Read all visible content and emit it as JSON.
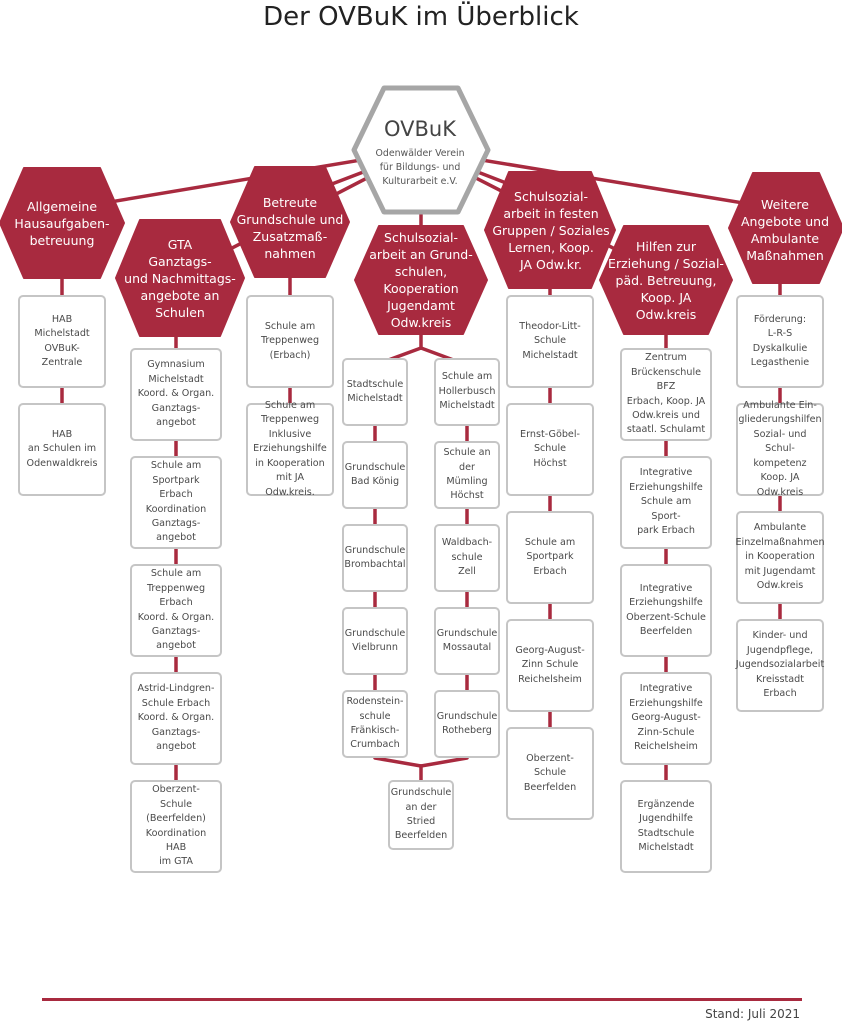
{
  "title": "Der OVBuK im Überblick",
  "root": {
    "title": "OVBuK",
    "subtitle": "Odenwälder Verein\nfür Bildungs- und\nKulturarbeit e.V."
  },
  "colors": {
    "accent": "#a82a3f",
    "card_border": "#c5c5c5",
    "root_border": "#a6a6a6"
  },
  "branches": [
    {
      "label": "Allgemeine\nHausaufgaben-\nbetreuung",
      "items": [
        "HAB\nMichelstadt\nOVBuK-\nZentrale",
        "HAB\nan Schulen im\nOdenwaldkreis"
      ]
    },
    {
      "label": "GTA\nGanztags-\nund Nachmittags-\nangebote an\nSchulen",
      "items": [
        "Gymnasium\nMichelstadt\nKoord. & Organ.\nGanztags-\nangebot",
        "Schule am\nSportpark Erbach\nKoordination\nGanztags-\nangebot",
        "Schule am\nTreppenweg Erbach\nKoord. & Organ.\nGanztags-\nangebot",
        "Astrid-Lindgren-\nSchule Erbach\nKoord. & Organ.\nGanztags-\nangebot",
        "Oberzent-\nSchule (Beerfelden)\nKoordination HAB\nim GTA"
      ]
    },
    {
      "label": "Betreute\nGrundschule und\nZusatzmaß-\nnahmen",
      "items": [
        "Schule am\nTreppenweg\n(Erbach)",
        "Schule am\nTreppenweg\nInklusive\nErziehungshilfe\nin Kooperation\nmit JA Odw.kreis."
      ]
    },
    {
      "label": "Schulsozial-\narbeit an Grund-\nschulen, Kooperation\nJugendamt\nOdw.kreis",
      "items_left": [
        "Stadtschule\nMichelstadt",
        "Grundschule\nBad König",
        "Grundschule\nBrombachtal",
        "Grundschule\nVielbrunn",
        "Rodenstein-\nschule\nFränkisch-\nCrumbach"
      ],
      "items_right": [
        "Schule am\nHollerbusch\nMichelstadt",
        "Schule an\nder Mümling\nHöchst",
        "Waldbach-\nschule\nZell",
        "Grundschule\nMossautal",
        "Grundschule\nRotheberg"
      ],
      "item_bottom": "Grundschule\nan der Stried\nBeerfelden"
    },
    {
      "label": "Schulsozial-\narbeit in festen\nGruppen / Soziales\nLernen, Koop.\nJA Odw.kr.",
      "items": [
        "Theodor-Litt-\nSchule\nMichelstadt",
        "Ernst-Göbel-\nSchule\nHöchst",
        "Schule am\nSportpark\nErbach",
        "Georg-August-\nZinn Schule\nReichelsheim",
        "Oberzent-\nSchule\nBeerfelden"
      ]
    },
    {
      "label": "Hilfen zur\nErziehung / Sozial-\npäd. Betreuung,\nKoop. JA\nOdw.kreis",
      "items": [
        "Zentrum\nBrückenschule BFZ\nErbach, Koop. JA\nOdw.kreis und\nstaatl. Schulamt",
        "Integrative\nErziehungshilfe\nSchule am Sport-\npark Erbach",
        "Integrative\nErziehungshilfe\nOberzent-Schule\nBeerfelden",
        "Integrative\nErziehungshilfe\nGeorg-August-\nZinn-Schule\nReichelsheim",
        "Ergänzende\nJugendhilfe\nStadtschule\nMichelstadt"
      ]
    },
    {
      "label": "Weitere\nAngebote und\nAmbulante\nMaßnahmen",
      "items": [
        "Förderung:\nL-R-S\nDyskalkulie\nLegasthenie",
        "Ambulante Ein-\ngliederungshilfen\nSozial- und Schul-\nkompetenz\nKoop. JA\nOdw.kreis",
        "Ambulante\nEinzelmaßnahmen\nin Kooperation\nmit Jugendamt\nOdw.kreis",
        "Kinder- und\nJugendpflege,\nJugendsozialarbeit\nKreisstadt\nErbach"
      ]
    }
  ],
  "footer": {
    "stand": "Stand: Juli 2021"
  }
}
